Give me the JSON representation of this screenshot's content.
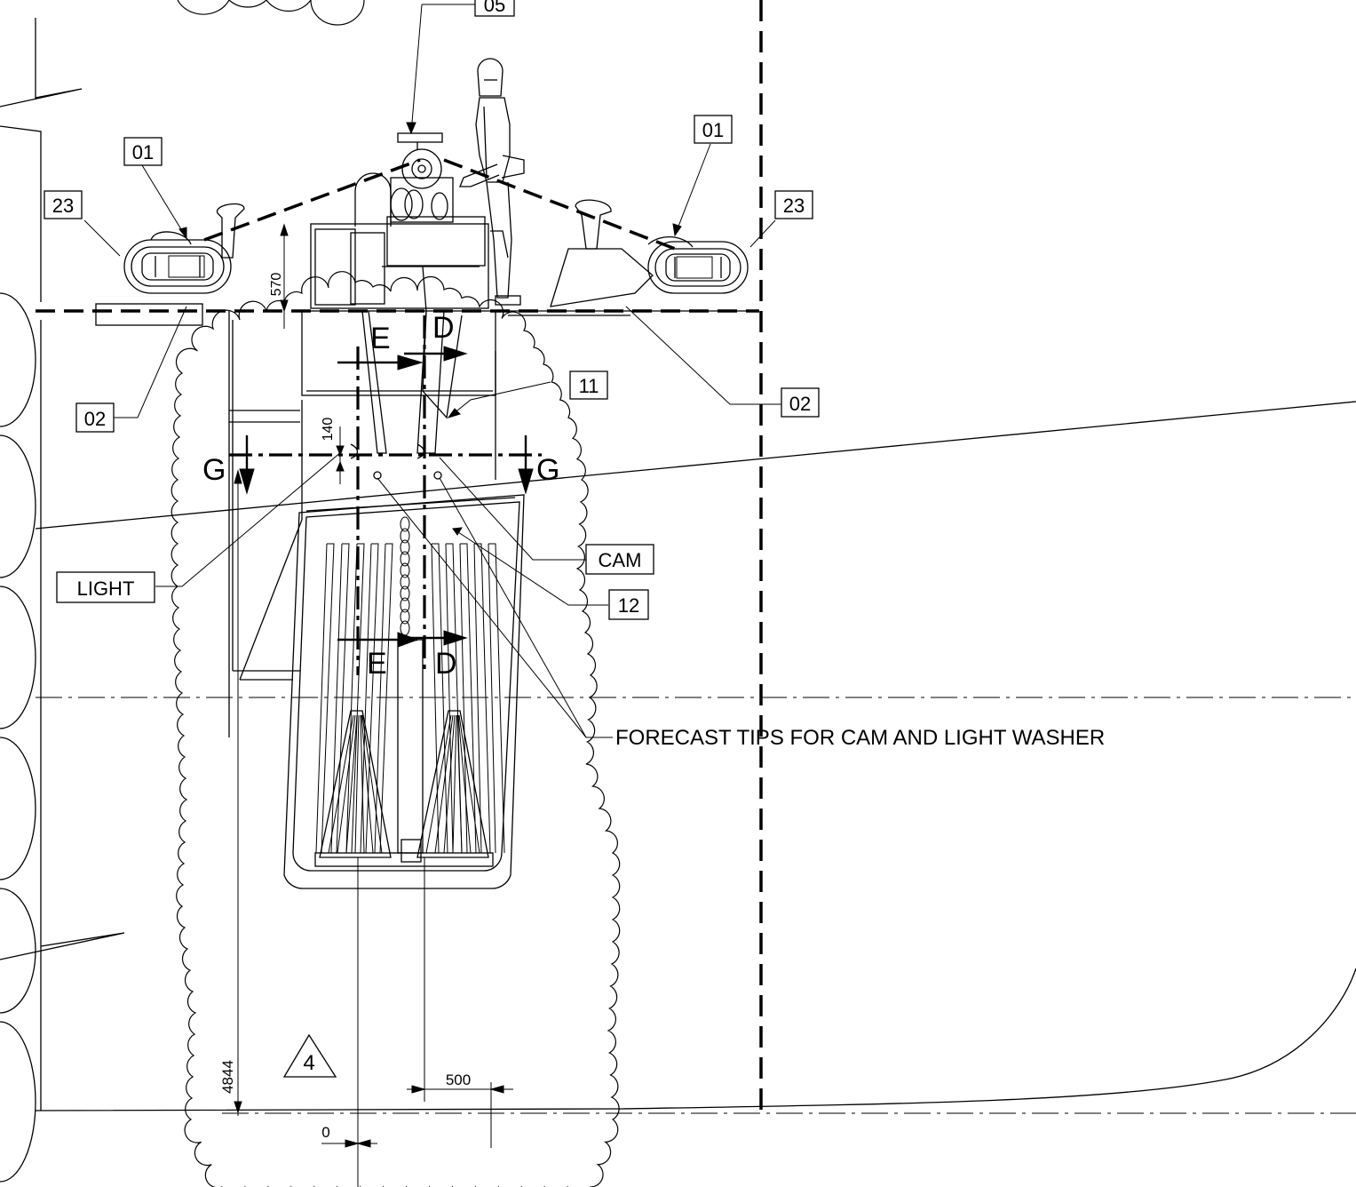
{
  "tags": {
    "item_05": "05",
    "item_01_left": "01",
    "item_01_right": "01",
    "item_23_left": "23",
    "item_23_right": "23",
    "item_02_left": "02",
    "item_02_right": "02",
    "item_11": "11",
    "cam": "CAM",
    "item_12": "12",
    "light": "LIGHT"
  },
  "section_letters": {
    "e_top": "E",
    "d_top": "D",
    "e_bottom": "E",
    "d_bottom": "D",
    "g_left": "G",
    "g_right": "G"
  },
  "dimensions": {
    "d570": "570",
    "d140": "140",
    "d4844": "4844",
    "d500": "500",
    "d0": "0"
  },
  "note": "FORECAST TIPS FOR CAM AND LIGHT WASHER",
  "revision": "4"
}
